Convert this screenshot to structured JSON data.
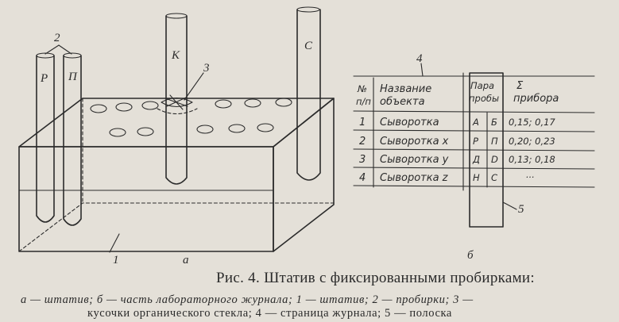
{
  "figure": {
    "labels": {
      "rack_letter": "а",
      "journal_letter": "б",
      "num_1": "1",
      "num_2": "2",
      "num_3": "3",
      "num_4": "4",
      "num_5": "5"
    },
    "tubes": [
      {
        "letter": "Р"
      },
      {
        "letter": "П"
      },
      {
        "letter": "К"
      },
      {
        "letter": "С"
      }
    ],
    "table": {
      "headers": {
        "no_line1": "№",
        "no_line2": "п/п",
        "name_line1": "Название",
        "name_line2": "объекта",
        "pair_line1": "Пара",
        "pair_line2": "пробы",
        "sigma": "Σ",
        "device": "прибора"
      },
      "rows": [
        {
          "no": "1",
          "name": "Сыворотка",
          "pair_a": "А",
          "pair_b": "Б",
          "value": "0,15; 0,17"
        },
        {
          "no": "2",
          "name": "Сыворотка х",
          "pair_a": "Р",
          "pair_b": "П",
          "value": "0,20; 0,23"
        },
        {
          "no": "3",
          "name": "Сыворотка у",
          "pair_a": "Д",
          "pair_b": "D",
          "value": "0,13; 0,18"
        },
        {
          "no": "4",
          "name": "Сыворотка z",
          "pair_a": "Н",
          "pair_b": "С",
          "value": "..."
        }
      ]
    }
  },
  "caption": {
    "title": "Рис. 4. Штатив с фиксированными пробирками:",
    "legend_line1": "а — штатив; б — часть лабораторного журнала; 1 — штатив; 2 — пробирки; 3 —",
    "legend_line2": "кусочки органического стекла; 4 — страница журнала; 5 — полоска"
  }
}
